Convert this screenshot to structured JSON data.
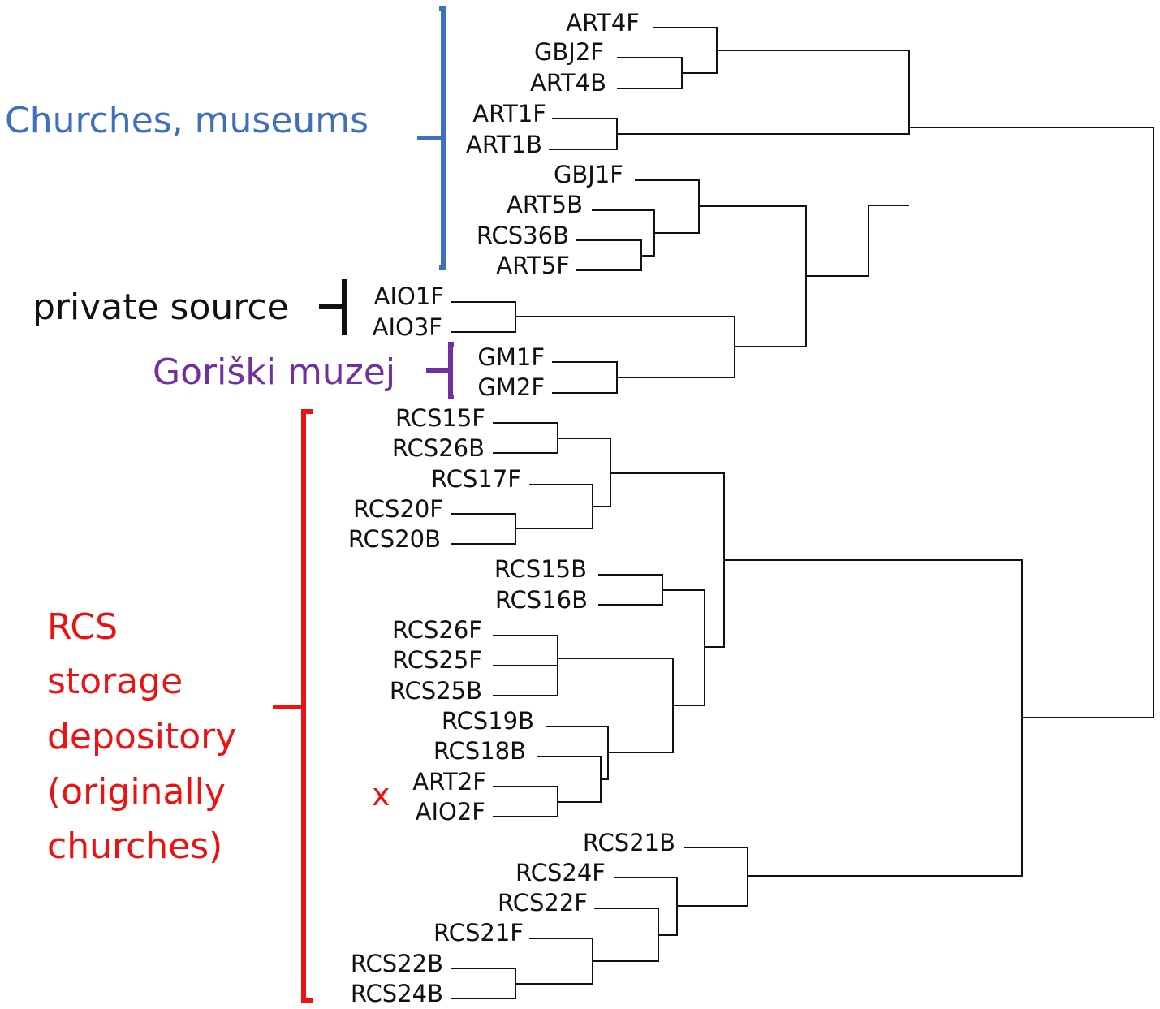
{
  "groups": {
    "churches": {
      "label": "Churches, museums",
      "color": "#3f6fbf"
    },
    "private": {
      "label": "private source",
      "color": "#111111"
    },
    "goriski": {
      "label": "Goriški muzej",
      "color": "#7030a0"
    },
    "rcs": {
      "lines": [
        "RCS",
        "storage",
        "depository",
        "(originally",
        "churches)"
      ],
      "color": "#ee1111"
    }
  },
  "marker": {
    "text": "x",
    "color": "#ee1111"
  },
  "leaves": [
    "ART4F",
    "GBJ2F",
    "ART4B",
    "ART1F",
    "ART1B",
    "GBJ1F",
    "ART5B",
    "RCS36B",
    "ART5F",
    "AIO1F",
    "AIO3F",
    "GM1F",
    "GM2F",
    "RCS15F",
    "RCS26B",
    "RCS17F",
    "RCS20F",
    "RCS20B",
    "RCS15B",
    "RCS16B",
    "RCS26F",
    "RCS25F",
    "RCS25B",
    "RCS19B",
    "RCS18B",
    "ART2F",
    "AIO2F",
    "RCS21B",
    "RCS24F",
    "RCS22F",
    "RCS21F",
    "RCS22B",
    "RCS24B"
  ]
}
